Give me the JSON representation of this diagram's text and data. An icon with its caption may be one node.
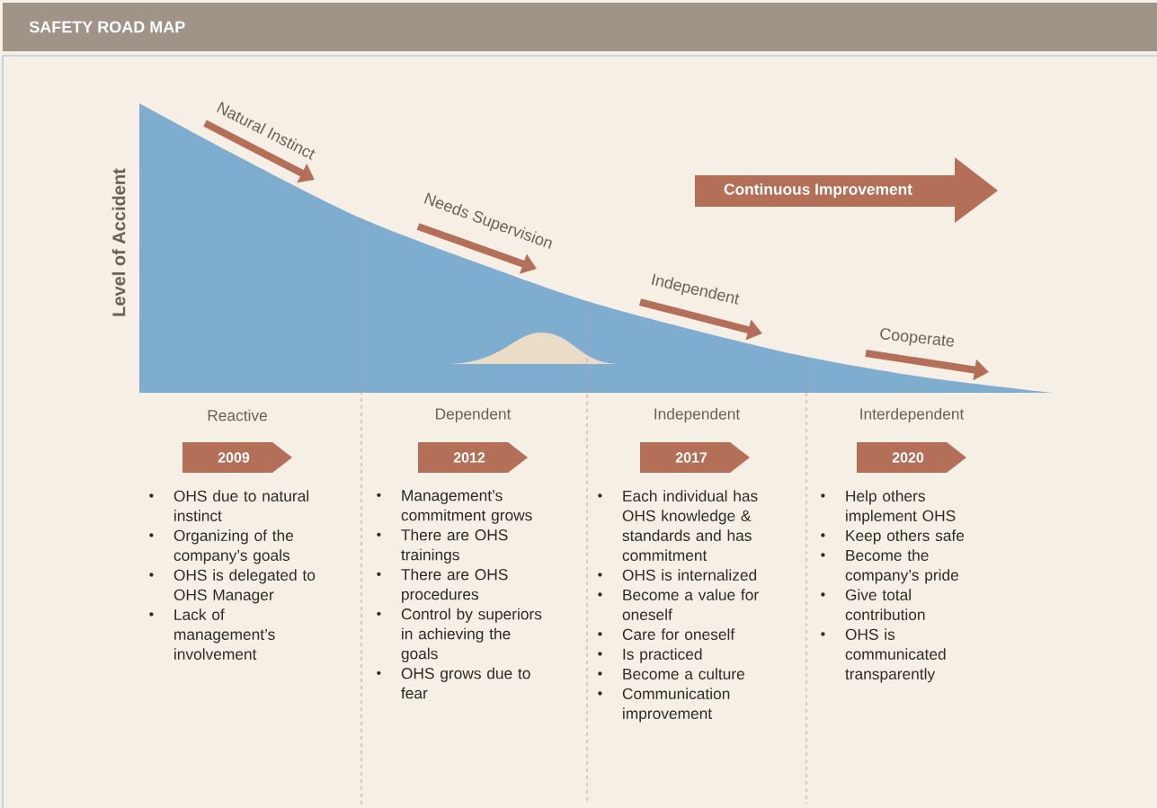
{
  "diagram": {
    "title": "SAFETY ROAD MAP",
    "nodes": [
      {
        "text": [
          "Continuous Improvement"
        ]
      },
      {
        "text": [
          "2009"
        ]
      },
      {
        "text": [
          "2012"
        ]
      },
      {
        "text": [
          "2017"
        ]
      },
      {
        "text": [
          "2020"
        ]
      }
    ],
    "labels": [
      "Level of Accident",
      "Natural Instinct",
      "Needs Supervision",
      "Independent",
      "Cooperate",
      "Reactive",
      "Dependent",
      "Independent",
      "Interdependent",
      "OHS due to natural instinct",
      "Organizing of the company’s goals",
      "OHS is delegated to OHS Manager",
      "Lack of management’s involvement",
      "Management’s commitment grows",
      "There are OHS trainings",
      "There are OHS procedures",
      "Control by superiors in achieving the goals",
      "OHS grows due to fear",
      "Each individual has OHS knowledge & standards and has commitment",
      "OHS is internalized",
      "Become a value for oneself",
      "Care for oneself",
      "Is practiced",
      "Become a culture",
      "Communication improvement",
      "Help others implement OHS",
      "Keep others safe",
      "Become the company’s pride",
      "Give total contribution",
      "OHS is communicated transparently"
    ]
  }
}
